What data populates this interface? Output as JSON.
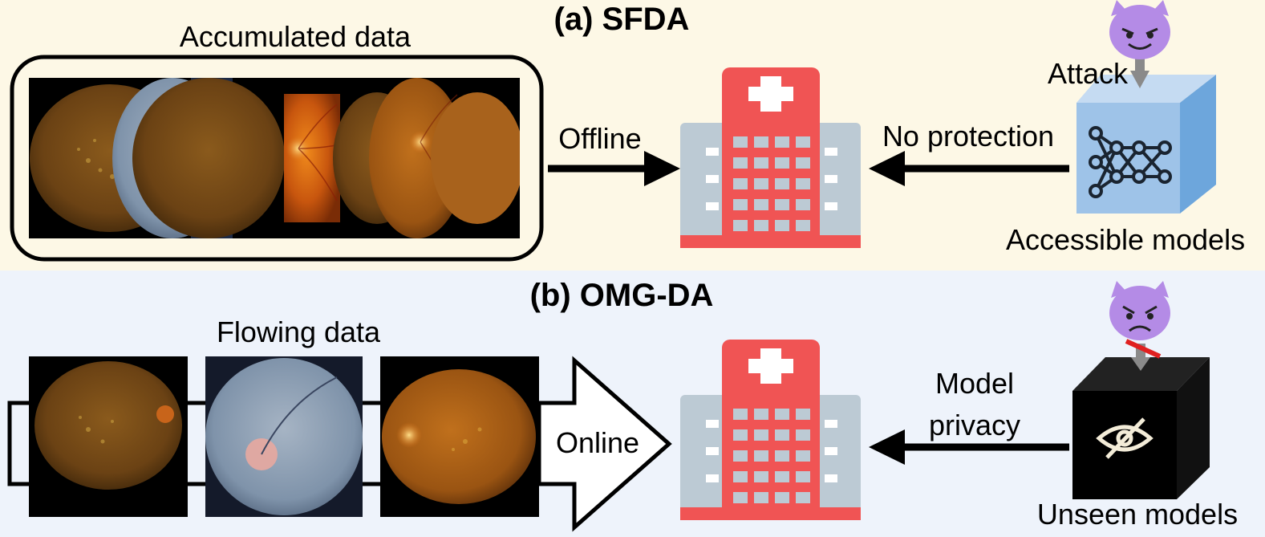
{
  "panel_a": {
    "title": "(a) SFDA",
    "data_label": "Accumulated data",
    "flow_label": "Offline",
    "protection_label": "No protection",
    "attack_label": "Attack",
    "model_label": "Accessible models"
  },
  "panel_b": {
    "title": "(b) OMG-DA",
    "data_label": "Flowing data",
    "flow_label": "Online",
    "privacy_label_line1": "Model",
    "privacy_label_line2": "privacy",
    "model_label": "Unseen models"
  },
  "colors": {
    "panel_a_bg": "#fdf8e6",
    "panel_b_bg": "#eef3fb",
    "hospital_red": "#f05454",
    "hospital_gray": "#bccad4",
    "model_blue": "#9ec3e8",
    "devil_purple": "#b48be6"
  },
  "icons": [
    "hospital-icon",
    "neural-network-icon",
    "devil-icon",
    "eye-slash-icon"
  ]
}
